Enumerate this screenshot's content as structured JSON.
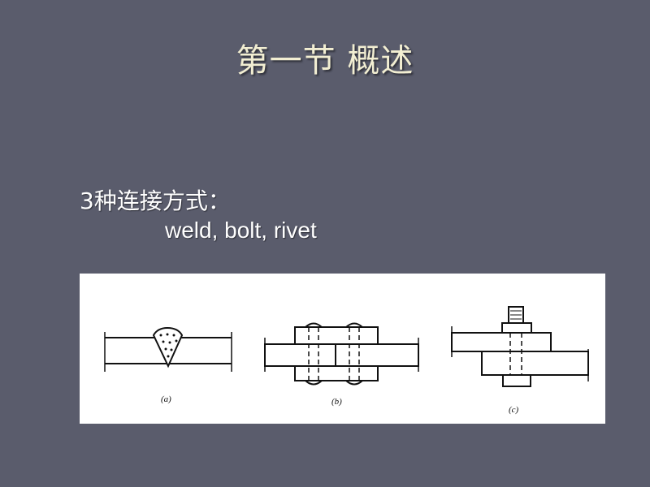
{
  "slide": {
    "title": "第一节 概述",
    "intro": "3种连接方式：",
    "methods": "weld, bolt, rivet"
  },
  "figure": {
    "labels": [
      "(a)",
      "(b)",
      "(c)"
    ]
  },
  "colors": {
    "background": "#5a5c6c",
    "title": "#f2eed2",
    "text": "#ffffff"
  }
}
